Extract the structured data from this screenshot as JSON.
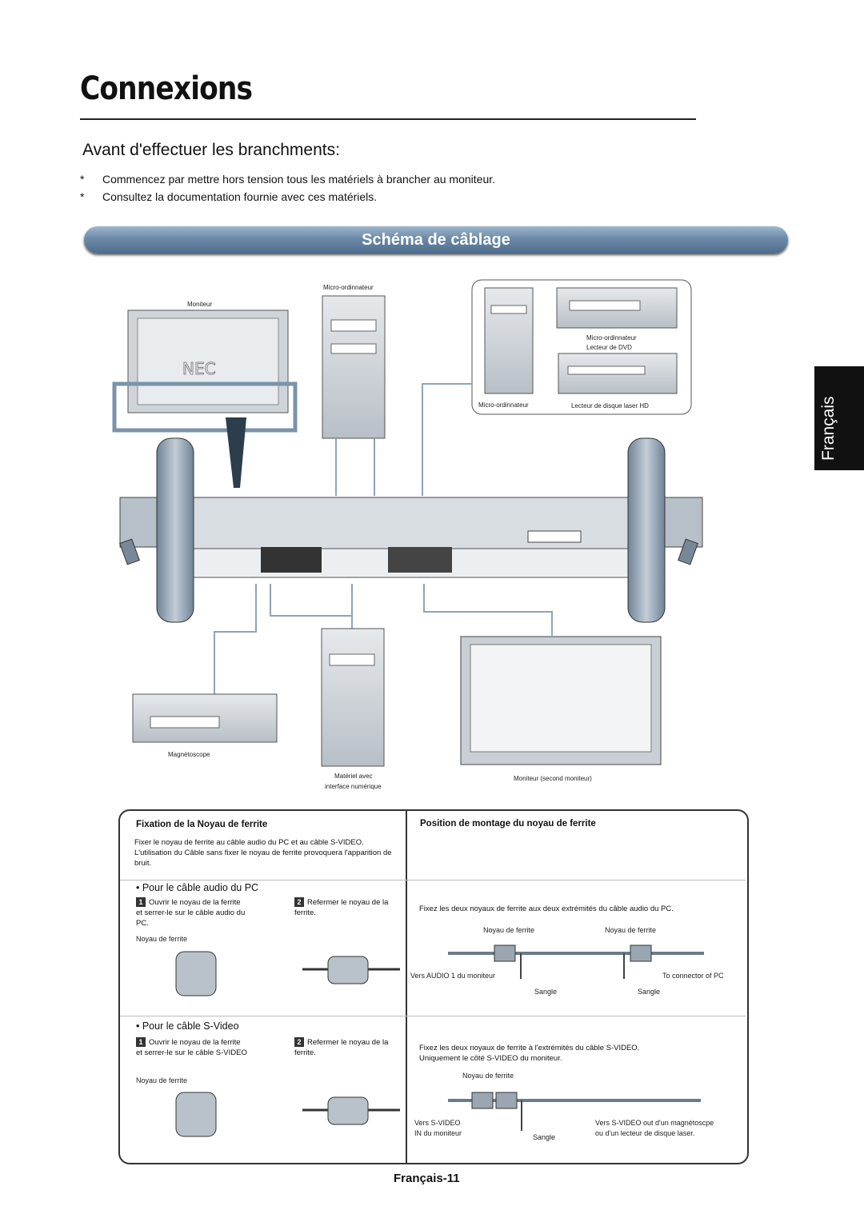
{
  "page": {
    "title": "Connexions",
    "subtitle": "Avant d'effectuer les branchments:",
    "bullets": [
      "Commencez par mettre hors tension tous les matériels à brancher au moniteur.",
      "Consultez la documentation fournie avec ces matériels."
    ],
    "bullet_marker": "*",
    "banner": "Schéma de câblage",
    "side_tab": "Français",
    "footer": "Français-11"
  },
  "diagram": {
    "labels": {
      "moniteur": "Moniteur",
      "micro1": "Micro-ordinnateur",
      "micro2": "Micro-ordinnateur",
      "micro3": "Micro-ordinnateur",
      "dvd": "Lecteur de DVD",
      "laser": "Lecteur de disque laser HD",
      "magneto": "Magnétoscope",
      "numerique_1": "Matériel avec",
      "numerique_2": "interface numérique",
      "second": "Moniteur (second moniteur)",
      "nec": "NEC"
    }
  },
  "ferrite": {
    "left_title": "Fixation de la Noyau de ferrite",
    "right_title": "Position de montage du noyau de ferrite",
    "intro": "Fixer le noyau de ferrite au câble audio du PC et au câble S-VIDEO. L'utilisation du Câble sans fixer le noyau de ferrite provoquera l'apparition de bruit.",
    "audio": {
      "heading": "• Pour le câble audio du PC",
      "step1_num": "1",
      "step1": "Ouvrir le noyau de la ferrite et serrer-le sur le câble audio du PC.",
      "step2_num": "2",
      "step2": "Refermer le noyau de la ferrite.",
      "noyau": "Noyau de ferrite",
      "right_desc": "Fixez les deux noyaux de ferrite aux deux extrémités du câble audio du PC.",
      "noyau_left": "Noyau de ferrite",
      "noyau_right": "Noyau de ferrite",
      "vers": "Vers AUDIO 1 du moniteur",
      "to_pc": "To connector of PC",
      "sangle1": "Sangle",
      "sangle2": "Sangle"
    },
    "svideo": {
      "heading": "• Pour le câble S-Video",
      "step1_num": "1",
      "step1": "Ouvrir le noyau de la ferrite et serrer-le sur le câble S-VIDEO",
      "step2_num": "2",
      "step2": "Refermer le noyau de la ferrite.",
      "noyau": "Noyau de ferrite",
      "right_desc": "Fixez les deux noyaux de ferrite à l'extrémités du câble S-VIDEO. Uniquement le côté S-VIDEO du moniteur.",
      "noyau_top": "Noyau de ferrite",
      "vers_in_1": "Vers S-VIDEO",
      "vers_in_2": "IN du moniteur",
      "sangle": "Sangle",
      "vers_out_1": "Vers S-VIDEO out d'un magnétoscpe",
      "vers_out_2": "ou d'un lecteur de disque laser."
    }
  }
}
